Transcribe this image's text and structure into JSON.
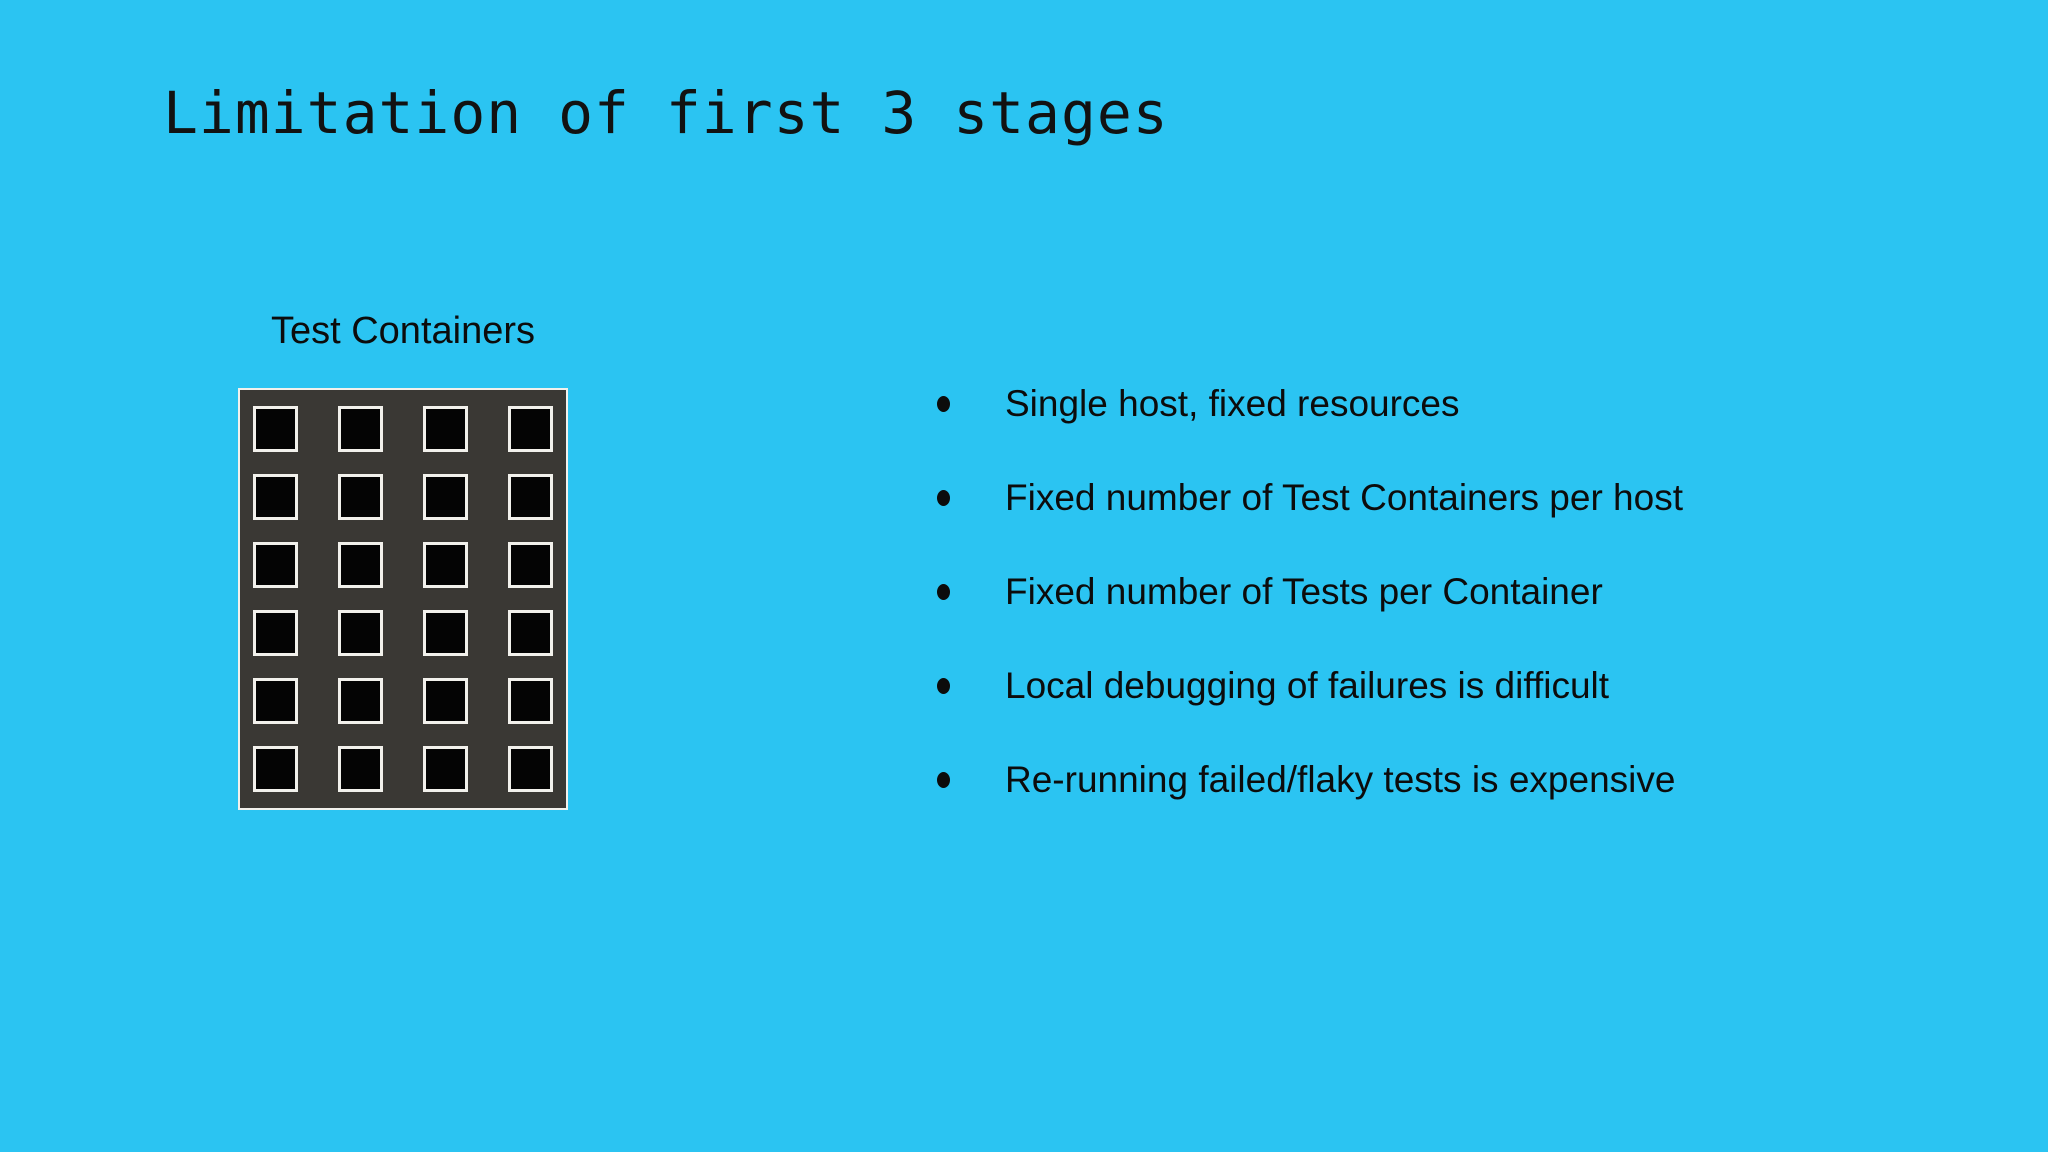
{
  "slide": {
    "title": "Limitation of first 3 stages",
    "diagram": {
      "label": "Test Containers",
      "grid": {
        "rows": 6,
        "columns": 4
      }
    },
    "bullets": [
      "Single host, fixed resources",
      "Fixed number of Test Containers per host",
      "Fixed number of Tests per Container",
      "Local debugging of failures is difficult",
      "Re-running failed/flaky tests is expensive"
    ],
    "colors": {
      "background": "#2bc4f2",
      "title_text": "#121212",
      "body_text": "#0c0c0c",
      "grid_background": "#3a3834",
      "cell_fill": "#040404",
      "frame_border": "#f2f1ec"
    }
  }
}
